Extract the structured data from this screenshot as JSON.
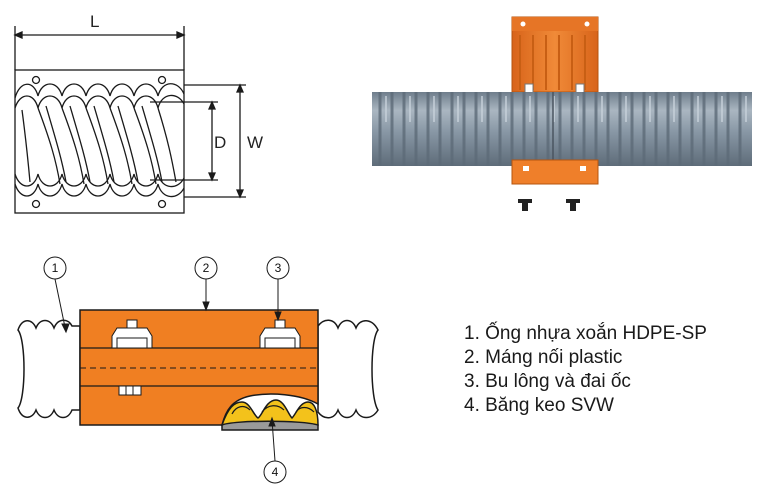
{
  "dimension_labels": {
    "length": "L",
    "diameter": "D",
    "width": "W"
  },
  "callouts": [
    "1",
    "2",
    "3",
    "4"
  ],
  "legend": [
    "1. Ống nhựa xoắn HDPE-SP",
    "2. Máng nối plastic",
    "3. Bu lông và đai ốc",
    "4. Băng keo SVW"
  ],
  "colors": {
    "coupler_orange": "#f07f22",
    "pipe_gray": "#8a98a6",
    "tape_yellow": "#f3c21b",
    "line": "#1a1a1a"
  }
}
